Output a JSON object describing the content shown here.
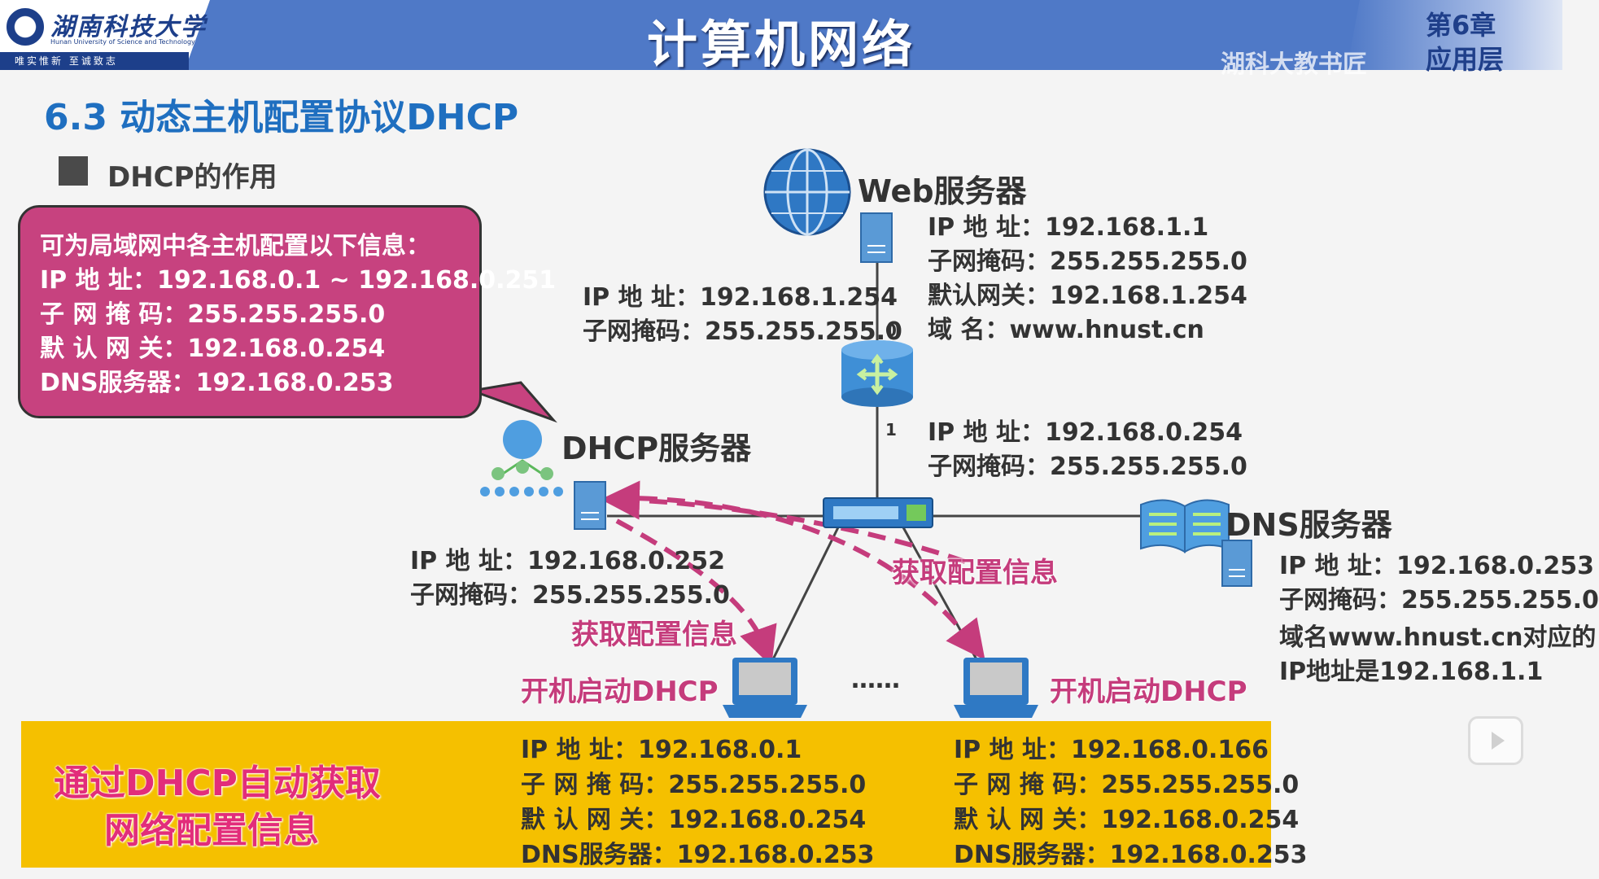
{
  "header": {
    "university_name": "湖南科技大学",
    "university_sub": "Hunan University of Science and Technology",
    "motto": "唯实惟新  至诚致志",
    "course_title": "计算机网络",
    "chapter_number": "第6章",
    "chapter_name": "应用层",
    "watermark": "湖科大教书匠"
  },
  "section_title": "6.3 动态主机配置协议DHCP",
  "bullet": "DHCP的作用",
  "callout": {
    "heading": "可为局域网中各主机配置以下信息：",
    "ip": "IP  地    址：192.168.0.1 ~ 192.168.0.251",
    "mask": "子 网 掩 码：255.255.255.0",
    "gateway": "默 认 网 关：192.168.0.254",
    "dns": "DNS服务器：192.168.0.253"
  },
  "web_server": {
    "title": "Web服务器",
    "ip": "IP 地  址：192.168.1.1",
    "mask": "子网掩码：255.255.255.0",
    "gateway": "默认网关：192.168.1.254",
    "domain": "域       名：www.hnust.cn"
  },
  "router": {
    "if0_label": "0",
    "if1_label": "1",
    "if0_ip": "IP 地  址：192.168.1.254",
    "if0_mask": "子网掩码：255.255.255.0",
    "if1_ip": "IP 地  址：192.168.0.254",
    "if1_mask": "子网掩码：255.255.255.0"
  },
  "dhcp_server": {
    "title": "DHCP服务器",
    "ip": "IP 地  址：192.168.0.252",
    "mask": "子网掩码：255.255.255.0"
  },
  "dns_server": {
    "title": "DNS服务器",
    "ip": "IP 地  址：192.168.0.253",
    "mask": "子网掩码：255.255.255.0",
    "note_1": "域名www.hnust.cn对应的",
    "note_2": "IP地址是192.168.1.1"
  },
  "arrows": {
    "label_left": "获取配置信息",
    "label_right": "获取配置信息"
  },
  "hosts": {
    "left_label": "开机启动DHCP",
    "right_label": "开机启动DHCP",
    "ellipsis": "……",
    "left": {
      "ip": "IP  地    址：192.168.0.1",
      "mask": "子 网 掩 码：255.255.255.0",
      "gateway": "默 认 网 关：192.168.0.254",
      "dns": "DNS服务器：192.168.0.253"
    },
    "right": {
      "ip": "IP  地    址：192.168.0.166",
      "mask": "子 网 掩 码：255.255.255.0",
      "gateway": "默 认 网 关：192.168.0.254",
      "dns": "DNS服务器：192.168.0.253"
    }
  },
  "summary": {
    "line1": "通过DHCP自动获取",
    "line2": "网络配置信息"
  },
  "colors": {
    "header_blue": "#4f79c7",
    "title_blue": "#1f6fc0",
    "callout_pink": "#c7427f",
    "accent_pink": "#c53c7c",
    "summary_yellow": "#f5c000"
  },
  "icons": [
    "globe-icon",
    "server-icon",
    "router-icon",
    "switch-icon",
    "book-icon",
    "laptop-icon",
    "play-icon"
  ]
}
